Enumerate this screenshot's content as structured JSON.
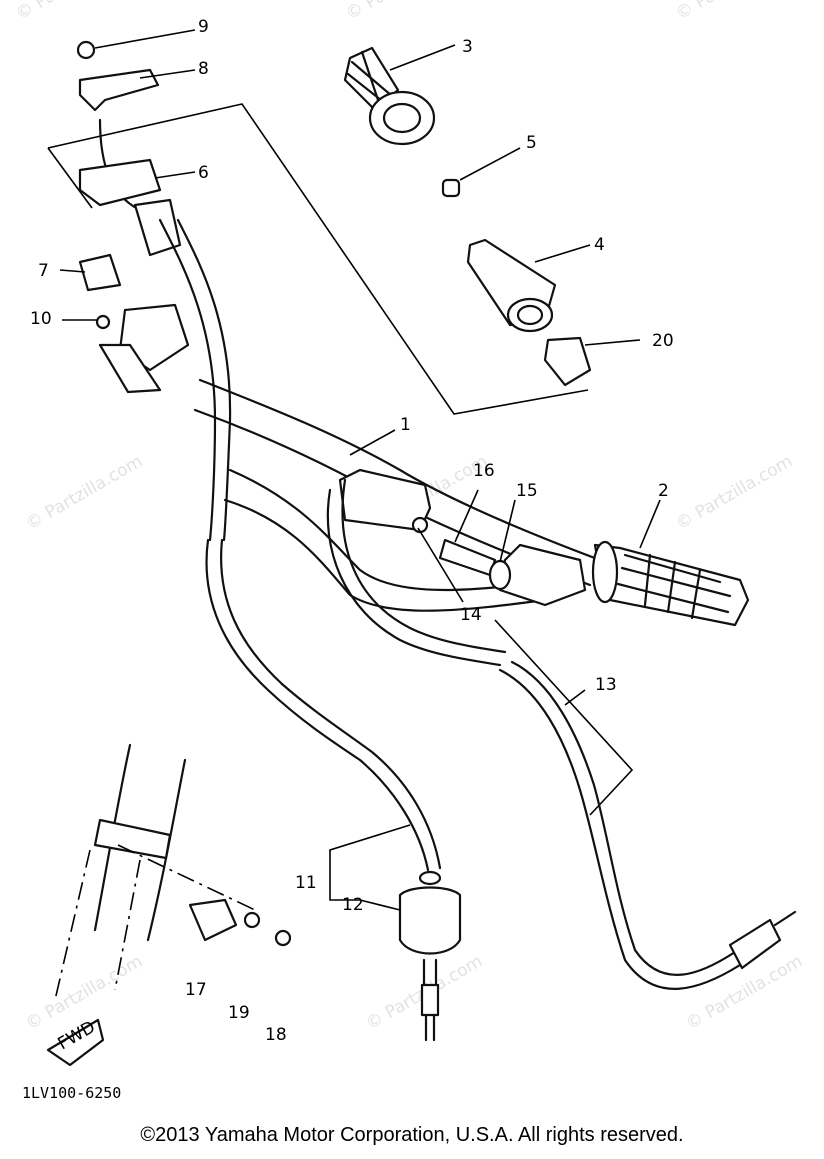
{
  "watermark": "© Partzilla.com",
  "diagram_code": "1LV100-6250",
  "fwd_label": "FWD",
  "copyright": "©2013  Yamaha Motor Corporation, U.S.A. All rights reserved.",
  "callouts": {
    "c1": "1",
    "c2": "2",
    "c3": "3",
    "c4": "4",
    "c5": "5",
    "c6": "6",
    "c7": "7",
    "c8": "8",
    "c9": "9",
    "c10": "10",
    "c11": "11",
    "c12": "12",
    "c13": "13",
    "c14": "14",
    "c15": "15",
    "c16": "16",
    "c17": "17",
    "c18": "18",
    "c19": "19",
    "c20": "20"
  }
}
